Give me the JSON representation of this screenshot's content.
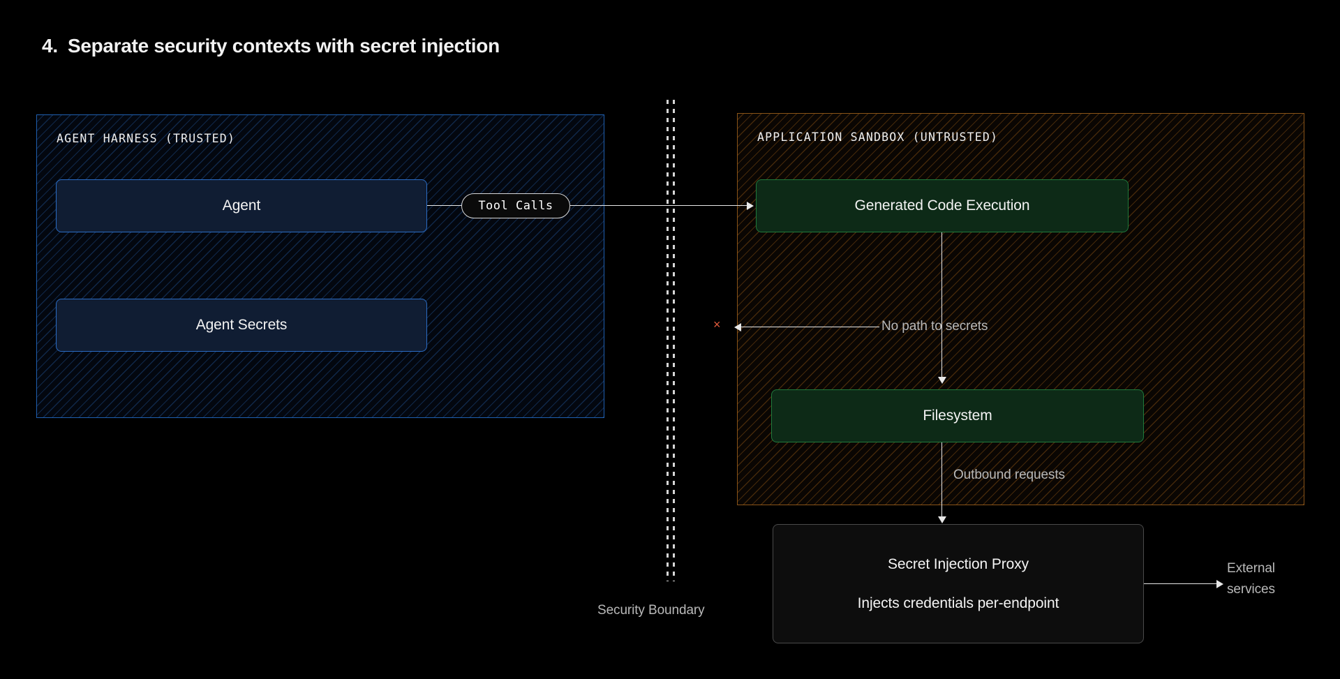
{
  "title": {
    "number": "4.",
    "text": "Separate security contexts with secret injection"
  },
  "zones": {
    "trusted": {
      "label": "AGENT HARNESS (TRUSTED)",
      "border_color": "#1f5fb0",
      "hatch_color": "#2b6cc4",
      "nodes": [
        {
          "label": "Agent"
        },
        {
          "label": "Agent Secrets"
        }
      ]
    },
    "untrusted": {
      "label": "APPLICATION SANDBOX (UNTRUSTED)",
      "border_color": "#8a5418",
      "hatch_color": "#b36a18",
      "nodes": [
        {
          "label": "Generated Code Execution"
        },
        {
          "label": "Filesystem"
        }
      ]
    }
  },
  "external_nodes": {
    "proxy": {
      "title": "Secret Injection Proxy",
      "subtitle": "Injects credentials per-endpoint",
      "border_color": "#4a4a4a"
    }
  },
  "edges": {
    "tool_calls_pill": "Tool Calls",
    "no_path_to_secrets": "No path to secrets",
    "outbound_requests": "Outbound requests",
    "external_services": "External services",
    "blocked_marker": "×",
    "blocked_marker_color": "#e05a3c"
  },
  "boundary": {
    "label": "Security Boundary"
  }
}
